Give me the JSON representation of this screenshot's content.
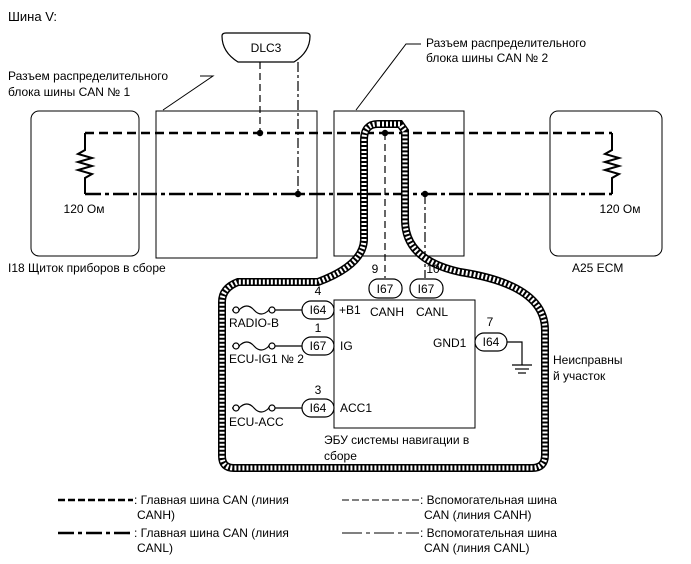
{
  "title": "Шина V:",
  "colors": {
    "line": "#000000",
    "background": "#ffffff"
  },
  "dlc": {
    "label": "DLC3"
  },
  "junction1": {
    "label_line1": "Разъем распределительного",
    "label_line2": "блока шины CAN № 1"
  },
  "junction2": {
    "label_line1": "Разъем распределительного",
    "label_line2": "блока шины CAN № 2"
  },
  "meter": {
    "resistor_label": "120 Ом",
    "name": "I18  Щиток приборов в сборе"
  },
  "ecm": {
    "resistor_label": "120 Ом",
    "name": "A25 ECM"
  },
  "nav_ecu": {
    "name_line1": "ЭБУ системы навигации в",
    "name_line2": "сборе",
    "pins": {
      "canh_num": "9",
      "canh_conn": "I67",
      "canh_label": "CANH",
      "canl_num": "10",
      "canl_conn": "I67",
      "canl_label": "CANL",
      "b1_num": "4",
      "b1_conn": "I64",
      "b1_label": "+B1",
      "b1_fuse": "RADIO-B",
      "ig_num": "1",
      "ig_conn": "I67",
      "ig_label": "IG",
      "ig_fuse": "ECU-IG1 № 2",
      "acc_num": "3",
      "acc_conn": "I64",
      "acc_label": "ACC1",
      "acc_fuse": "ECU-ACC",
      "gnd_num": "7",
      "gnd_conn": "I64",
      "gnd_label": "GND1"
    }
  },
  "fault": {
    "line1": "Неисправны",
    "line2": "й участок"
  },
  "legend": {
    "main_canh_line1": ": Главная шина CAN (линия",
    "main_canh_line2": "CANH)",
    "main_canl_line1": ": Главная шина CAN (линия",
    "main_canl_line2": "CANL)",
    "sub_canh_line1": ": Вспомогательная шина",
    "sub_canh_line2": "CAN (линия CANH)",
    "sub_canl_line1": ": Вспомогательная шина",
    "sub_canl_line2": "CAN (линия CANL)"
  }
}
